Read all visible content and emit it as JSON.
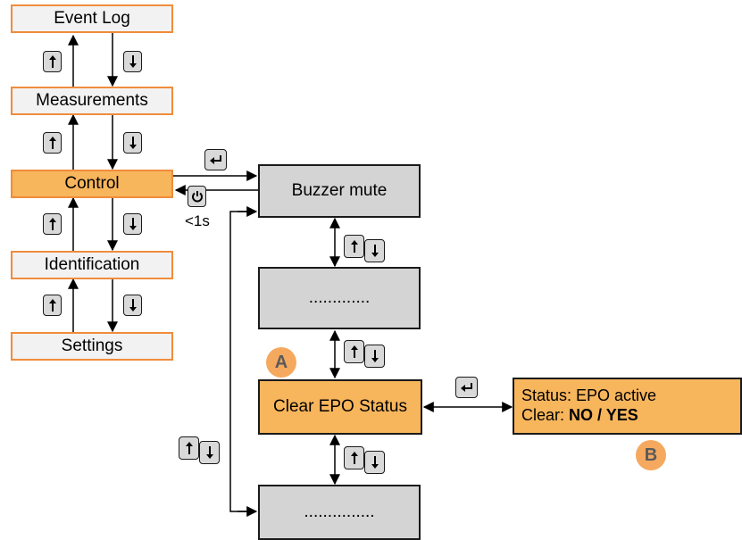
{
  "menu": {
    "items": [
      {
        "label": "Event Log"
      },
      {
        "label": "Measurements"
      },
      {
        "label": "Control"
      },
      {
        "label": "Identification"
      },
      {
        "label": "Settings"
      }
    ]
  },
  "submenu": {
    "items": [
      {
        "label": "Buzzer mute"
      },
      {
        "label": "............."
      },
      {
        "label": "Clear EPO Status"
      },
      {
        "label": "..............."
      }
    ]
  },
  "status_panel": {
    "line1": "Status: EPO active",
    "line2_prefix": "Clear: ",
    "line2_value": "NO / YES"
  },
  "hold_time": "<1s",
  "badges": {
    "a": "A",
    "b": "B"
  },
  "icons": [
    "up-arrow-key-icon",
    "down-arrow-key-icon",
    "enter-key-icon",
    "power-key-icon"
  ],
  "colors": {
    "orange_fill": "#f7b55c",
    "menu_border": "#f08c3c",
    "grey_fill": "#d4d4d4",
    "badge": "#f5a95f"
  }
}
